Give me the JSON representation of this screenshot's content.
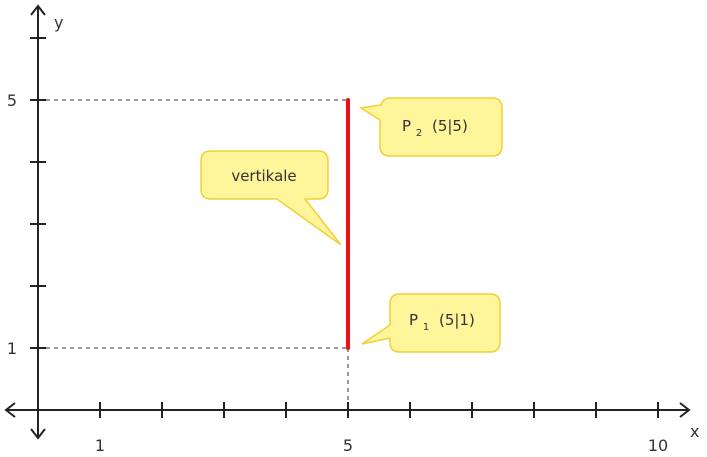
{
  "axes": {
    "x_label": "x",
    "y_label": "y",
    "x_tick_labels": [
      {
        "value": 1,
        "text": "1"
      },
      {
        "value": 5,
        "text": "5"
      },
      {
        "value": 10,
        "text": "10"
      }
    ],
    "y_tick_labels": [
      {
        "value": 1,
        "text": "1"
      },
      {
        "value": 5,
        "text": "5"
      }
    ],
    "x_ticks": [
      1,
      2,
      3,
      4,
      5,
      6,
      7,
      8,
      9,
      10
    ],
    "y_ticks": [
      1,
      2,
      3,
      4,
      5,
      6
    ]
  },
  "points": {
    "p1": {
      "name": "P",
      "sub": "1",
      "coords": "(5|1)",
      "x": 5,
      "y": 1
    },
    "p2": {
      "name": "P",
      "sub": "2",
      "coords": "(5|5)",
      "x": 5,
      "y": 5
    }
  },
  "segment_label": "vertikale",
  "colors": {
    "segment": "#ee1111",
    "callout_fill": "#fff59a",
    "callout_stroke": "#f2cf37",
    "axis": "#222222",
    "guide": "#333333"
  }
}
